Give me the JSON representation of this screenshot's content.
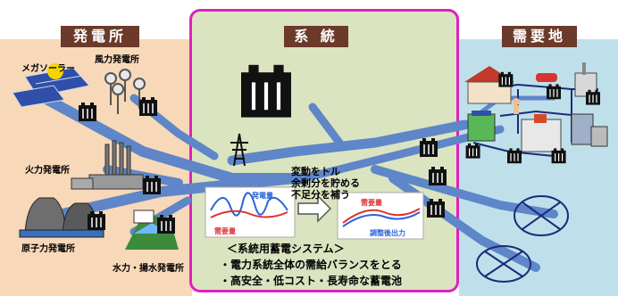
{
  "headers": {
    "generation": "発電所",
    "grid": "系 統",
    "demand": "需要地"
  },
  "plants": {
    "megasolar": "メガソーラー",
    "wind": "風力発電所",
    "thermal": "火力発電所",
    "nuclear": "原子力発電所",
    "hydro": "水力・揚水発電所"
  },
  "grid_notes": {
    "line1": "変動をトル",
    "line2": "余剰分を貯める",
    "line3": "不足分を補う"
  },
  "mini_charts": {
    "left_label_generation": "発電量",
    "left_label_demand": "需要量",
    "right_label_demand": "需要量",
    "right_label_output": "調整後出力"
  },
  "system_text": {
    "title": "＜系統用蓄電システム＞",
    "bullet1": "・電力系統全体の需給バランスをとる",
    "bullet2": "・高安全・低コスト・長寿命な蓄電池"
  },
  "colors": {
    "generation_bg": "#f7d8b8",
    "grid_bg": "#dbe4c0",
    "demand_bg": "#bfe0ea",
    "header_bg": "#6b3a2a",
    "grid_frame": "#e020c0",
    "powerline": "#5e86c8"
  },
  "icons": [
    "battery-icon",
    "pylon-icon",
    "arrow-right-icon",
    "solar-panel-icon",
    "wind-turbine-icon",
    "factory-icon",
    "nuclear-plant-icon",
    "dam-icon",
    "house-icon",
    "building-icon"
  ]
}
